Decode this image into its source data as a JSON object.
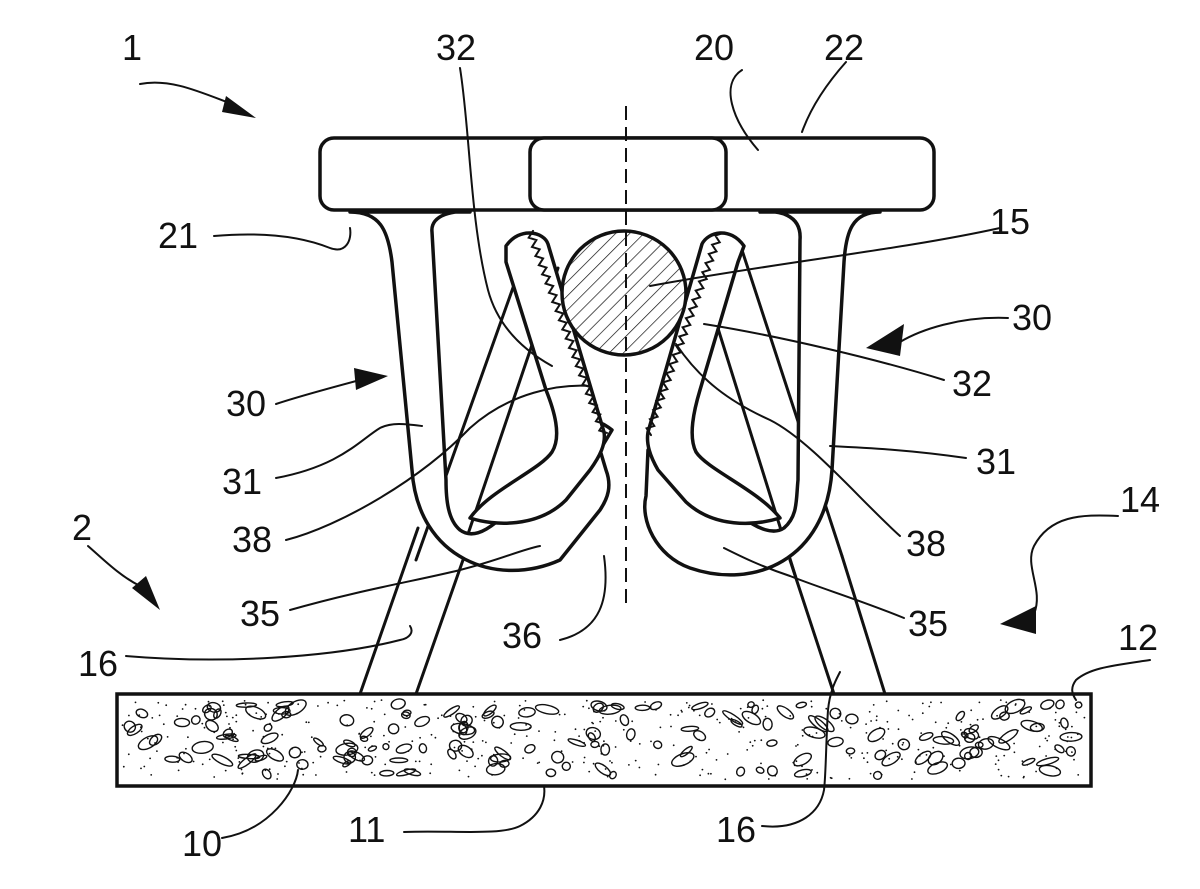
{
  "reference_numerals": {
    "n1": "1",
    "n2": "2",
    "n10": "10",
    "n11": "11",
    "n12": "12",
    "n14": "14",
    "n15": "15",
    "n16_left": "16",
    "n16_right": "16",
    "n20": "20",
    "n21": "21",
    "n22": "22",
    "n30_left": "30",
    "n30_right": "30",
    "n31_left": "31",
    "n31_right": "31",
    "n32_left": "32",
    "n32_right": "32",
    "n35_left": "35",
    "n35_right": "35",
    "n36": "36",
    "n38_left": "38",
    "n38_right": "38"
  },
  "colors": {
    "line": "#111111",
    "background": "#ffffff"
  }
}
